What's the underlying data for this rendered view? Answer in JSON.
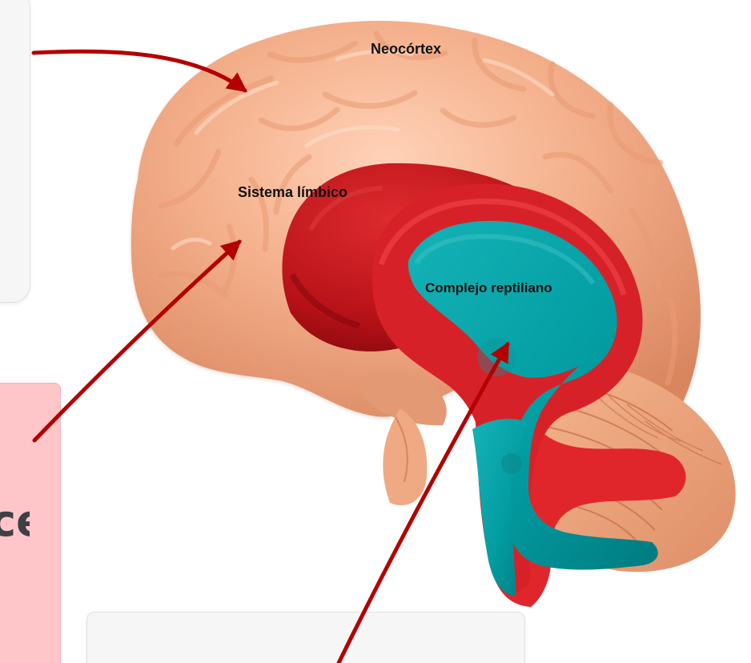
{
  "labels": {
    "neocortex": "Neocórtex",
    "limbic": "Sistema límbico",
    "reptilian": "Complejo reptiliano"
  },
  "partial_text": "ce",
  "colors": {
    "brain_skin": "#f3ad82",
    "limbic_red": "#b11016",
    "reptilian_teal": "#009fa5",
    "arrow_red": "#b30000",
    "pink_card": "#ffc6ca"
  }
}
